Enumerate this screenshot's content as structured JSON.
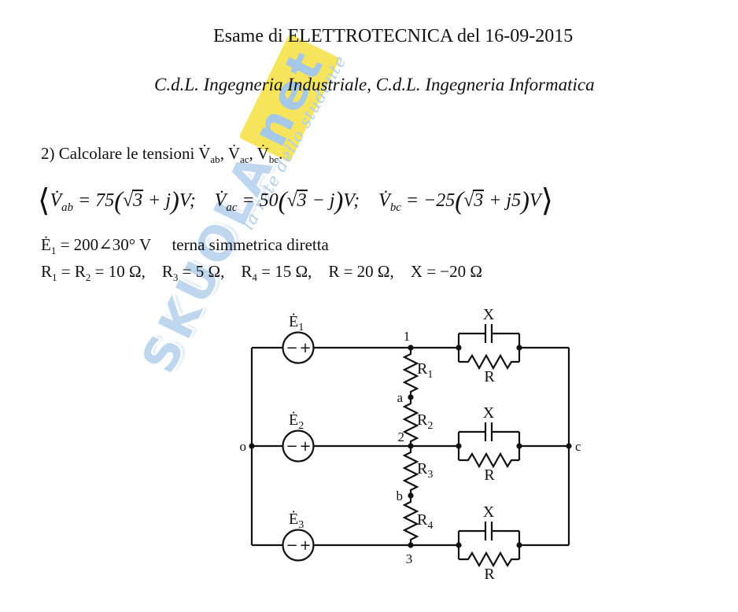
{
  "document": {
    "title": "Esame di ELETTROTECNICA del 16-09-2015",
    "subtitle": "C.d.L. Ingegneria Industriale,  C.d.L. Ingegneria Informatica",
    "question_tokens": [
      {
        "t": "2) Calcolare le tensioni "
      },
      {
        "t": "V̇"
      },
      {
        "sub": "ab"
      },
      {
        "t": ", "
      },
      {
        "t": "V̇"
      },
      {
        "sub": "ac"
      },
      {
        "t": ", "
      },
      {
        "t": "V̇"
      },
      {
        "sub": "bc"
      },
      {
        "t": "."
      }
    ],
    "answer_tokens": [
      {
        "br": "⟨"
      },
      {
        "t": "V̇"
      },
      {
        "sub": "ab"
      },
      {
        "t": " = 75"
      },
      {
        "p": "("
      },
      {
        "t": "√"
      },
      {
        "rad": "3"
      },
      {
        "t": " + j"
      },
      {
        "p": ")"
      },
      {
        "t": "V; "
      },
      {
        "t": "V̇"
      },
      {
        "sub": "ac"
      },
      {
        "t": " = 50"
      },
      {
        "p": "("
      },
      {
        "t": "√"
      },
      {
        "rad": "3"
      },
      {
        "t": " − j"
      },
      {
        "p": ")"
      },
      {
        "t": "V; "
      },
      {
        "t": "V̇"
      },
      {
        "sub": "bc"
      },
      {
        "t": " = −25"
      },
      {
        "p": "("
      },
      {
        "t": "√"
      },
      {
        "rad": "3"
      },
      {
        "t": " + j5"
      },
      {
        "p": ")"
      },
      {
        "t": "V"
      },
      {
        "br": "⟩"
      }
    ],
    "source_line_tokens": [
      {
        "t": "Ė"
      },
      {
        "sub": "1"
      },
      {
        "t": " = 200∠30° V  terna simmetrica diretta"
      }
    ],
    "params_tokens": [
      {
        "t": "R"
      },
      {
        "sub": "1"
      },
      {
        "t": " = R"
      },
      {
        "sub": "2"
      },
      {
        "t": " = 10 Ω, "
      },
      {
        "t": "R"
      },
      {
        "sub": "3"
      },
      {
        "t": " = 5 Ω, "
      },
      {
        "t": "R"
      },
      {
        "sub": "4"
      },
      {
        "t": " = 15 Ω, "
      },
      {
        "t": "R = 20 Ω, "
      },
      {
        "t": "X = −20 Ω"
      }
    ]
  },
  "watermark": {
    "brand": "SKUOLA",
    "suffix": "net",
    "tagline": "la rete dello studente",
    "color_blue": "#b7d3ee",
    "color_yellow": "#f6e24b"
  },
  "circuit": {
    "sources": [
      {
        "sym": "Ė",
        "sub": "1"
      },
      {
        "sym": "Ė",
        "sub": "2"
      },
      {
        "sym": "Ė",
        "sub": "3"
      }
    ],
    "polarity": {
      "minus": "−",
      "plus": "+"
    },
    "series_resistors": [
      {
        "sym": "R",
        "sub": "1"
      },
      {
        "sym": "R",
        "sub": "2"
      },
      {
        "sym": "R",
        "sub": "3"
      },
      {
        "sym": "R",
        "sub": "4"
      }
    ],
    "load_branches": [
      {
        "reactance": "X",
        "resistance": "R"
      },
      {
        "reactance": "X",
        "resistance": "R"
      },
      {
        "reactance": "X",
        "resistance": "R"
      }
    ],
    "nodes": {
      "n1": "1",
      "n2": "2",
      "n3": "3",
      "a": "a",
      "b": "b",
      "o": "o",
      "c": "c"
    }
  }
}
